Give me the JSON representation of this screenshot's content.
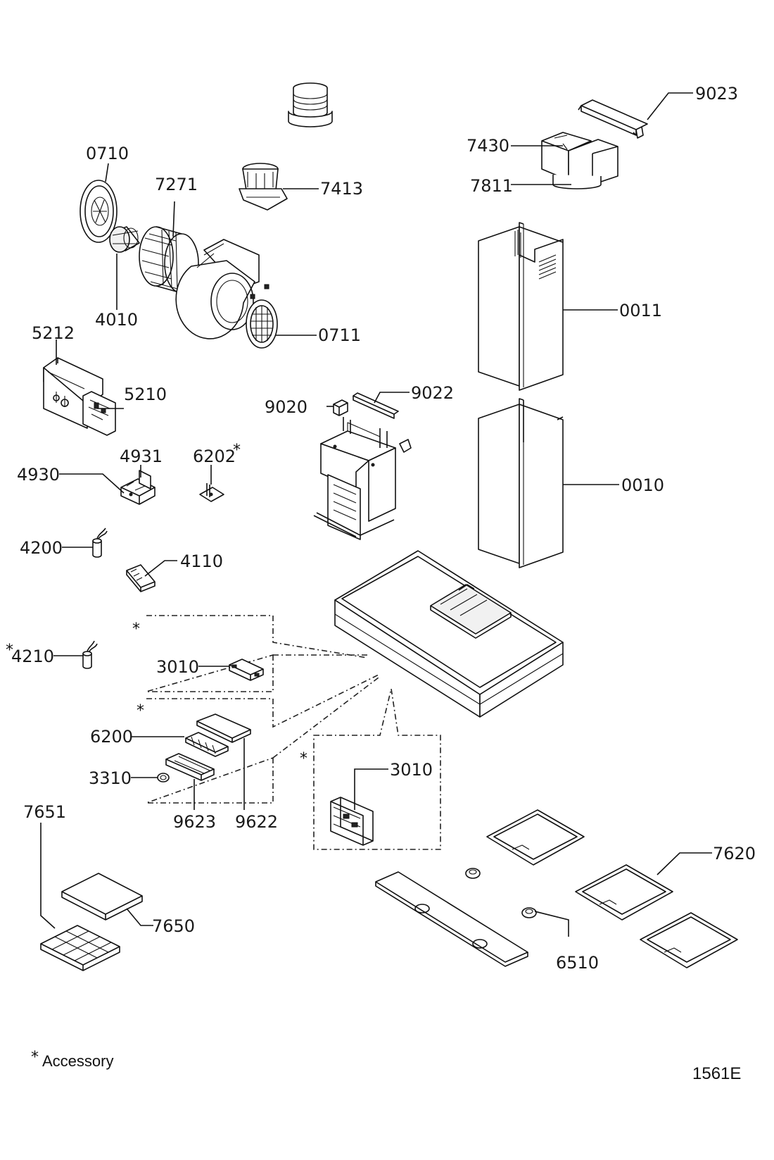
{
  "parts": {
    "p0710": "0710",
    "p7271": "7271",
    "p7413": "7413",
    "p4010": "4010",
    "p0711": "0711",
    "p9023": "9023",
    "p7430": "7430",
    "p7811": "7811",
    "p0011": "0011",
    "p5212": "5212",
    "p5210": "5210",
    "p9020": "9020",
    "p9022": "9022",
    "p4931": "4931",
    "p6202": "6202",
    "p4930": "4930",
    "p0010": "0010",
    "p4200": "4200",
    "p4110": "4110",
    "p4210": "4210",
    "p3010a": "3010",
    "p6200": "6200",
    "p3310": "3310",
    "p3010b": "3010",
    "p9623": "9623",
    "p9622": "9622",
    "p7651": "7651",
    "p7620": "7620",
    "p7650": "7650",
    "p6510": "6510"
  },
  "marks": {
    "star": "*"
  },
  "footnote": {
    "symbol": "*",
    "text": "Accessory"
  },
  "drawing_code": "1561E"
}
